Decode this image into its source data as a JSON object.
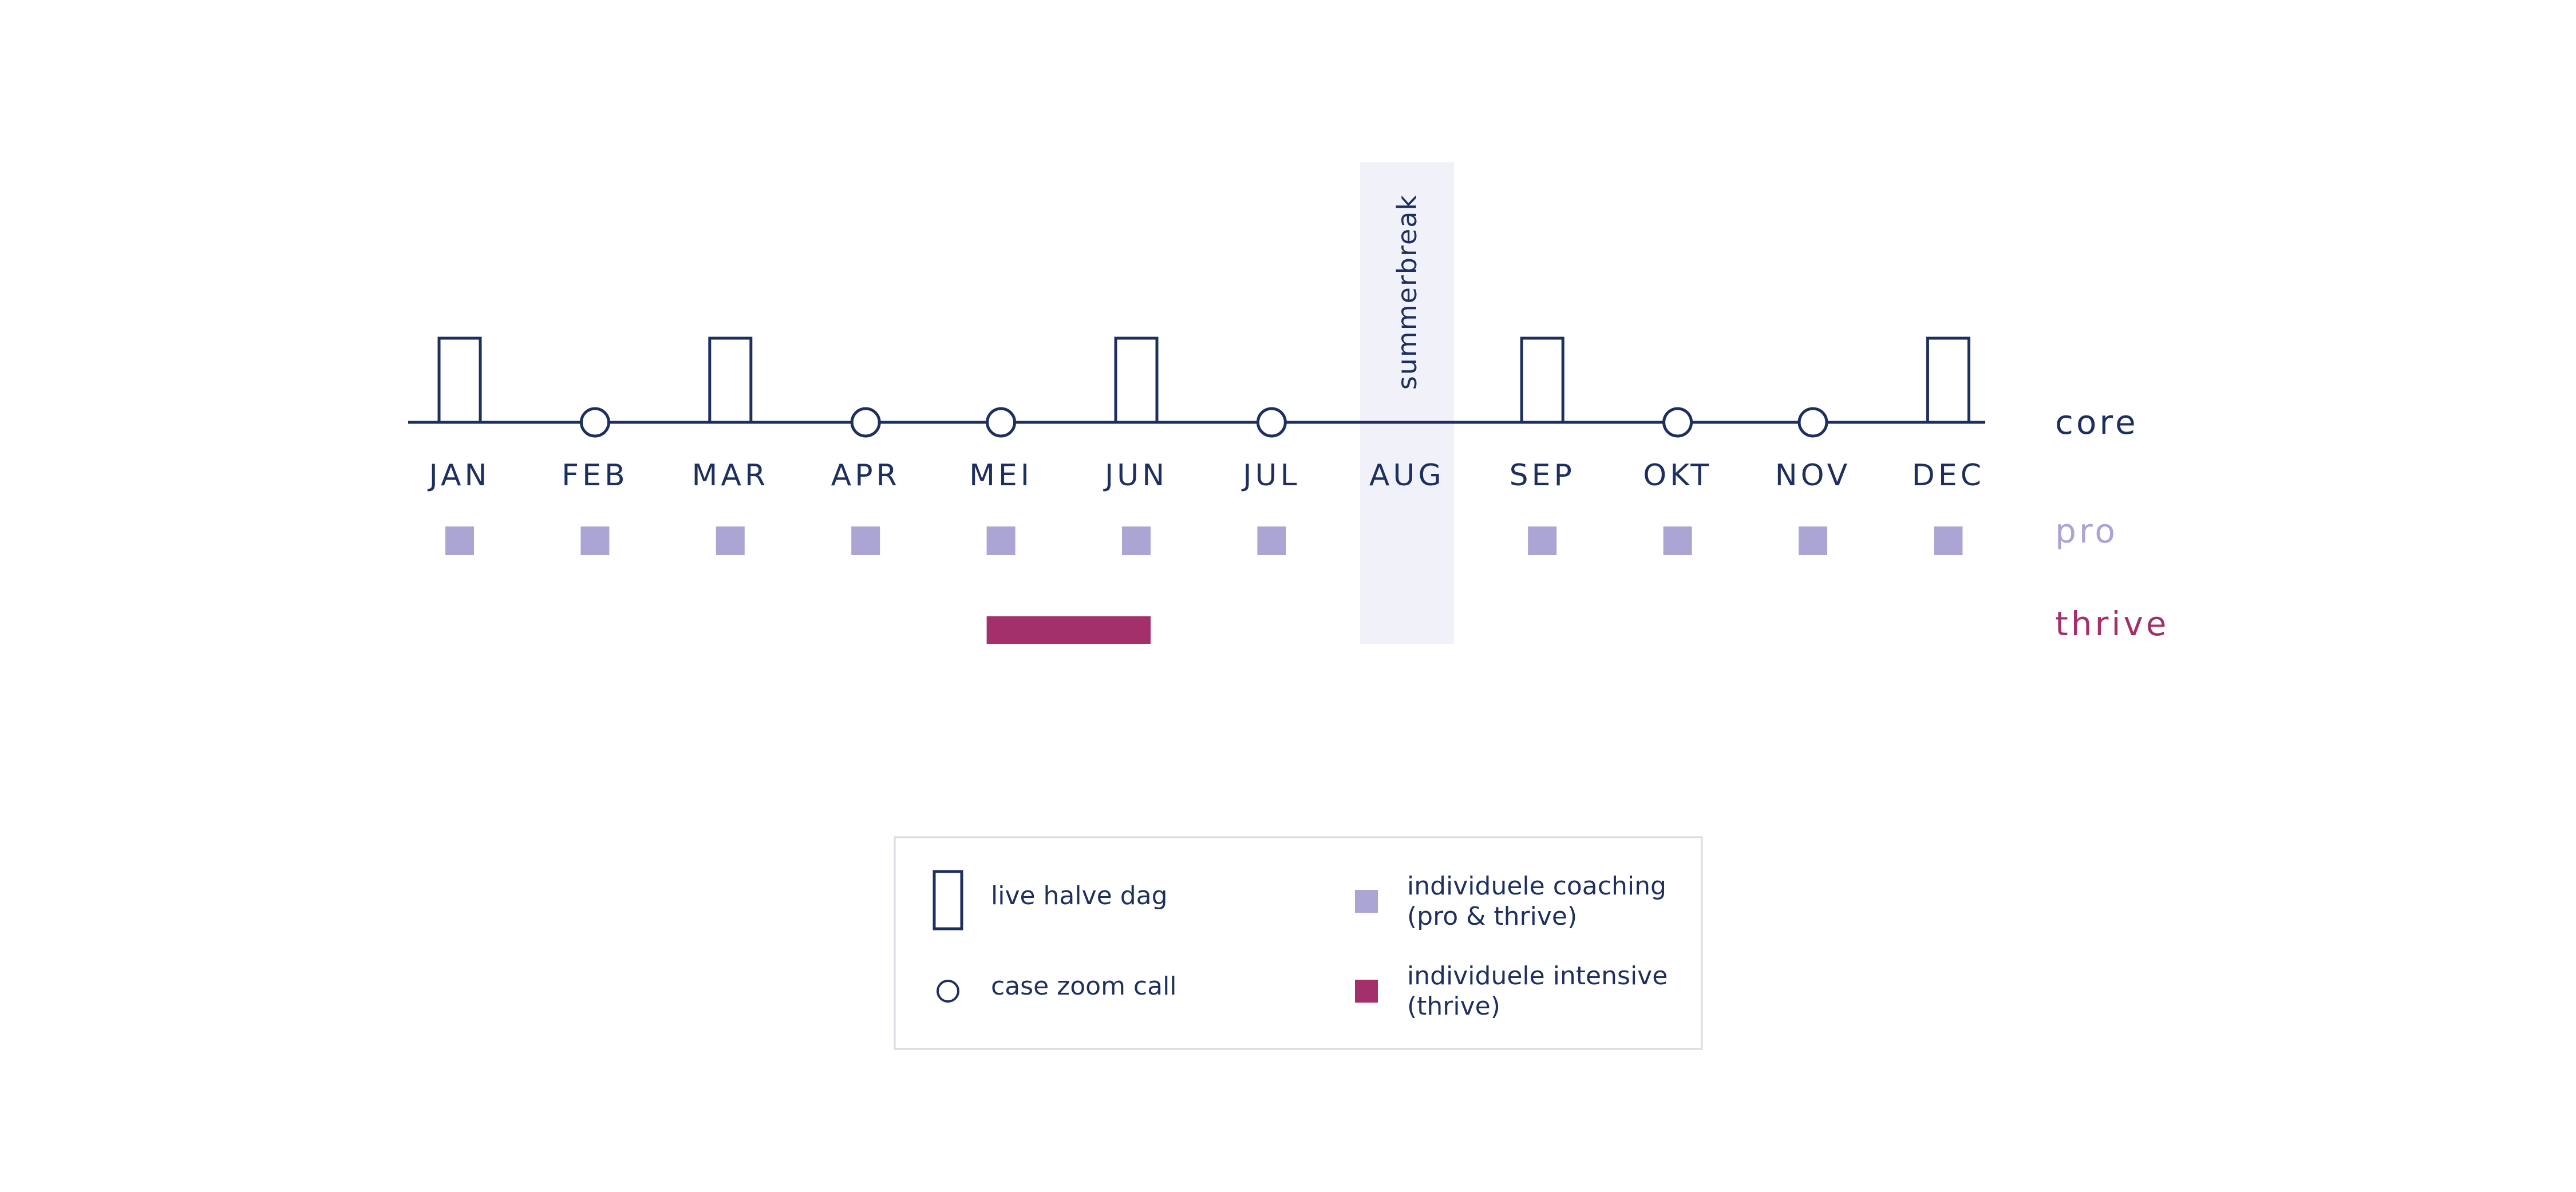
{
  "chart_data": {
    "type": "timeline",
    "months": [
      "JAN",
      "FEB",
      "MAR",
      "APR",
      "MEI",
      "JUN",
      "JUL",
      "AUG",
      "SEP",
      "OKT",
      "NOV",
      "DEC"
    ],
    "tracks": {
      "core": {
        "label": "core",
        "color": "#1d2f5e",
        "events": [
          {
            "month": "JAN",
            "kind": "live-halve-dag"
          },
          {
            "month": "FEB",
            "kind": "case-zoom-call"
          },
          {
            "month": "MAR",
            "kind": "live-halve-dag"
          },
          {
            "month": "APR",
            "kind": "case-zoom-call"
          },
          {
            "month": "MEI",
            "kind": "case-zoom-call"
          },
          {
            "month": "JUN",
            "kind": "live-halve-dag"
          },
          {
            "month": "JUL",
            "kind": "case-zoom-call"
          },
          {
            "month": "SEP",
            "kind": "live-halve-dag"
          },
          {
            "month": "OKT",
            "kind": "case-zoom-call"
          },
          {
            "month": "NOV",
            "kind": "case-zoom-call"
          },
          {
            "month": "DEC",
            "kind": "live-halve-dag"
          }
        ]
      },
      "pro": {
        "label": "pro",
        "color": "#aaa5d2",
        "coaching_months": [
          "JAN",
          "FEB",
          "MAR",
          "APR",
          "MEI",
          "JUN",
          "JUL",
          "SEP",
          "OKT",
          "NOV",
          "DEC"
        ]
      },
      "thrive": {
        "label": "thrive",
        "color": "#a3306b",
        "intensive": {
          "start_month": "MEI",
          "end_month": "JUN"
        }
      }
    },
    "break": {
      "month": "AUG",
      "label": "summerbreak",
      "color": "#f0f1f9"
    },
    "legend": {
      "items": [
        {
          "symbol": "live-halve-dag",
          "lines": [
            "live halve dag"
          ]
        },
        {
          "symbol": "case-zoom-call",
          "lines": [
            "case zoom call"
          ]
        },
        {
          "symbol": "individuele-coaching",
          "lines": [
            "individuele coaching",
            "(pro & thrive)"
          ]
        },
        {
          "symbol": "individuele-intensive",
          "lines": [
            "individuele intensive",
            "(thrive)"
          ]
        }
      ]
    }
  }
}
